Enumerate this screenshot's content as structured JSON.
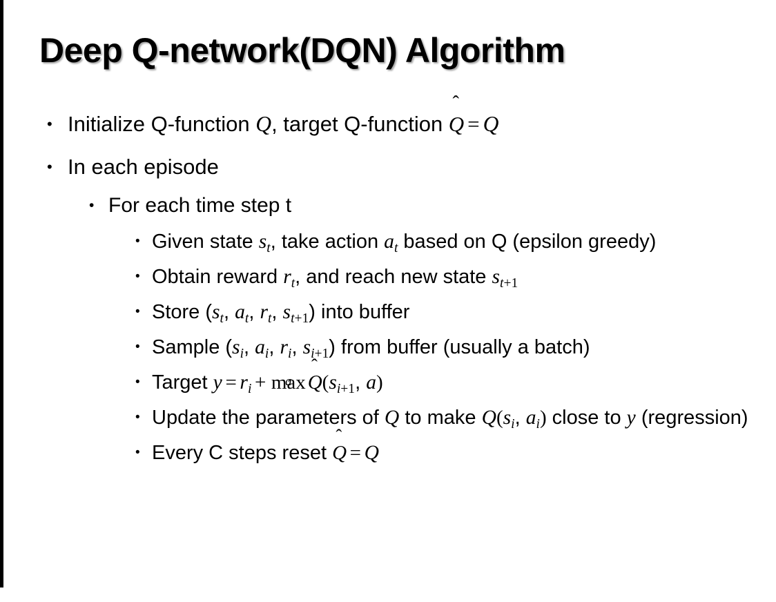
{
  "slide": {
    "title": "Deep Q-network(DQN) Algorithm",
    "bullet_marker": "•",
    "accent_bar_color": "#000000",
    "background_color": "#ffffff",
    "text_color": "#000000"
  },
  "bullets": [
    {
      "level": 1,
      "id": "initialize-q-function",
      "text": "Initialize Q-function Q, target Q-function Q̂ = Q",
      "segments": [
        {
          "type": "text",
          "value": "Initialize Q-function "
        },
        {
          "type": "math",
          "value": "Q"
        },
        {
          "type": "text",
          "value": ", target Q-function "
        },
        {
          "type": "qhat",
          "value": "Q"
        },
        {
          "type": "op",
          "value": "="
        },
        {
          "type": "math",
          "value": "Q"
        }
      ]
    },
    {
      "level": 1,
      "id": "in-each-episode",
      "text": "In each episode",
      "segments": [
        {
          "type": "text",
          "value": "In each episode"
        }
      ]
    },
    {
      "level": 2,
      "id": "for-each-time-step",
      "text": "For each time step t",
      "segments": [
        {
          "type": "text",
          "value": "For each time step t"
        }
      ]
    },
    {
      "level": 3,
      "id": "given-state-take-action",
      "text": "Given state s_t, take action a_t based on Q (epsilon greedy)",
      "segments": [
        {
          "type": "text",
          "value": "Given state "
        },
        {
          "type": "mathsub",
          "base": "s",
          "sub": "t"
        },
        {
          "type": "text",
          "value": ", take action "
        },
        {
          "type": "mathsub",
          "base": "a",
          "sub": "t"
        },
        {
          "type": "text",
          "value": " based on Q (epsilon greedy)"
        }
      ]
    },
    {
      "level": 3,
      "id": "obtain-reward-reach-new-state",
      "text": "Obtain reward r_t, and reach new state s_t+1",
      "segments": [
        {
          "type": "text",
          "value": "Obtain reward "
        },
        {
          "type": "mathsub",
          "base": "r",
          "sub": "t"
        },
        {
          "type": "text",
          "value": ", and reach new state "
        },
        {
          "type": "mathsub",
          "base": "s",
          "sub": "t+1"
        }
      ]
    },
    {
      "level": 3,
      "id": "store-into-buffer",
      "text": "Store (s_t, a_t, r_t, s_t+1) into buffer",
      "segments": [
        {
          "type": "text",
          "value": "Store ("
        },
        {
          "type": "mathsub",
          "base": "s",
          "sub": "t"
        },
        {
          "type": "text",
          "value": ", "
        },
        {
          "type": "mathsub",
          "base": "a",
          "sub": "t"
        },
        {
          "type": "text",
          "value": ", "
        },
        {
          "type": "mathsub",
          "base": "r",
          "sub": "t"
        },
        {
          "type": "text",
          "value": ", "
        },
        {
          "type": "mathsub",
          "base": "s",
          "sub": "t+1"
        },
        {
          "type": "text",
          "value": ") into buffer"
        }
      ]
    },
    {
      "level": 3,
      "id": "sample-from-buffer",
      "text": "Sample (s_i, a_i, r_i, s_i+1) from buffer (usually a batch)",
      "segments": [
        {
          "type": "text",
          "value": "Sample ("
        },
        {
          "type": "mathsub",
          "base": "s",
          "sub": "i"
        },
        {
          "type": "text",
          "value": ", "
        },
        {
          "type": "mathsub",
          "base": "a",
          "sub": "i"
        },
        {
          "type": "text",
          "value": ", "
        },
        {
          "type": "mathsub",
          "base": "r",
          "sub": "i"
        },
        {
          "type": "text",
          "value": ", "
        },
        {
          "type": "mathsub",
          "base": "s",
          "sub": "i+1"
        },
        {
          "type": "text",
          "value": ") from buffer (usually a batch)"
        }
      ]
    },
    {
      "level": 3,
      "id": "target-equation",
      "text": "Target y = r_i + max_a Q̂(s_i+1, a)",
      "segments": [
        {
          "type": "text",
          "value": "Target "
        },
        {
          "type": "math",
          "value": "y"
        },
        {
          "type": "op",
          "value": "="
        },
        {
          "type": "mathsub",
          "base": "r",
          "sub": "i"
        },
        {
          "type": "op",
          "value": "+"
        },
        {
          "type": "maxop",
          "value": "max",
          "under": "a"
        },
        {
          "type": "qhat",
          "value": "Q"
        },
        {
          "type": "paren",
          "value": "("
        },
        {
          "type": "mathsub",
          "base": "s",
          "sub": "i+1"
        },
        {
          "type": "text",
          "value": ", "
        },
        {
          "type": "math",
          "value": "a"
        },
        {
          "type": "paren",
          "value": ")"
        }
      ]
    },
    {
      "level": 3,
      "id": "update-parameters",
      "text": "Update the parameters of Q to make Q(s_i, a_i) close to y (regression)",
      "segments": [
        {
          "type": "text",
          "value": "Update the parameters of "
        },
        {
          "type": "math",
          "value": "Q"
        },
        {
          "type": "text",
          "value": " to make "
        },
        {
          "type": "math",
          "value": "Q"
        },
        {
          "type": "paren",
          "value": "("
        },
        {
          "type": "mathsub",
          "base": "s",
          "sub": "i"
        },
        {
          "type": "text",
          "value": ", "
        },
        {
          "type": "mathsub",
          "base": "a",
          "sub": "i"
        },
        {
          "type": "paren",
          "value": ")"
        },
        {
          "type": "text",
          "value": " close to "
        },
        {
          "type": "math",
          "value": "y"
        },
        {
          "type": "text",
          "value": " (regression)"
        }
      ]
    },
    {
      "level": 3,
      "id": "every-c-steps-reset",
      "text": "Every C steps reset Q̂ = Q",
      "segments": [
        {
          "type": "text",
          "value": "Every C steps reset "
        },
        {
          "type": "qhat",
          "value": "Q"
        },
        {
          "type": "op",
          "value": "="
        },
        {
          "type": "math",
          "value": "Q"
        }
      ]
    }
  ]
}
